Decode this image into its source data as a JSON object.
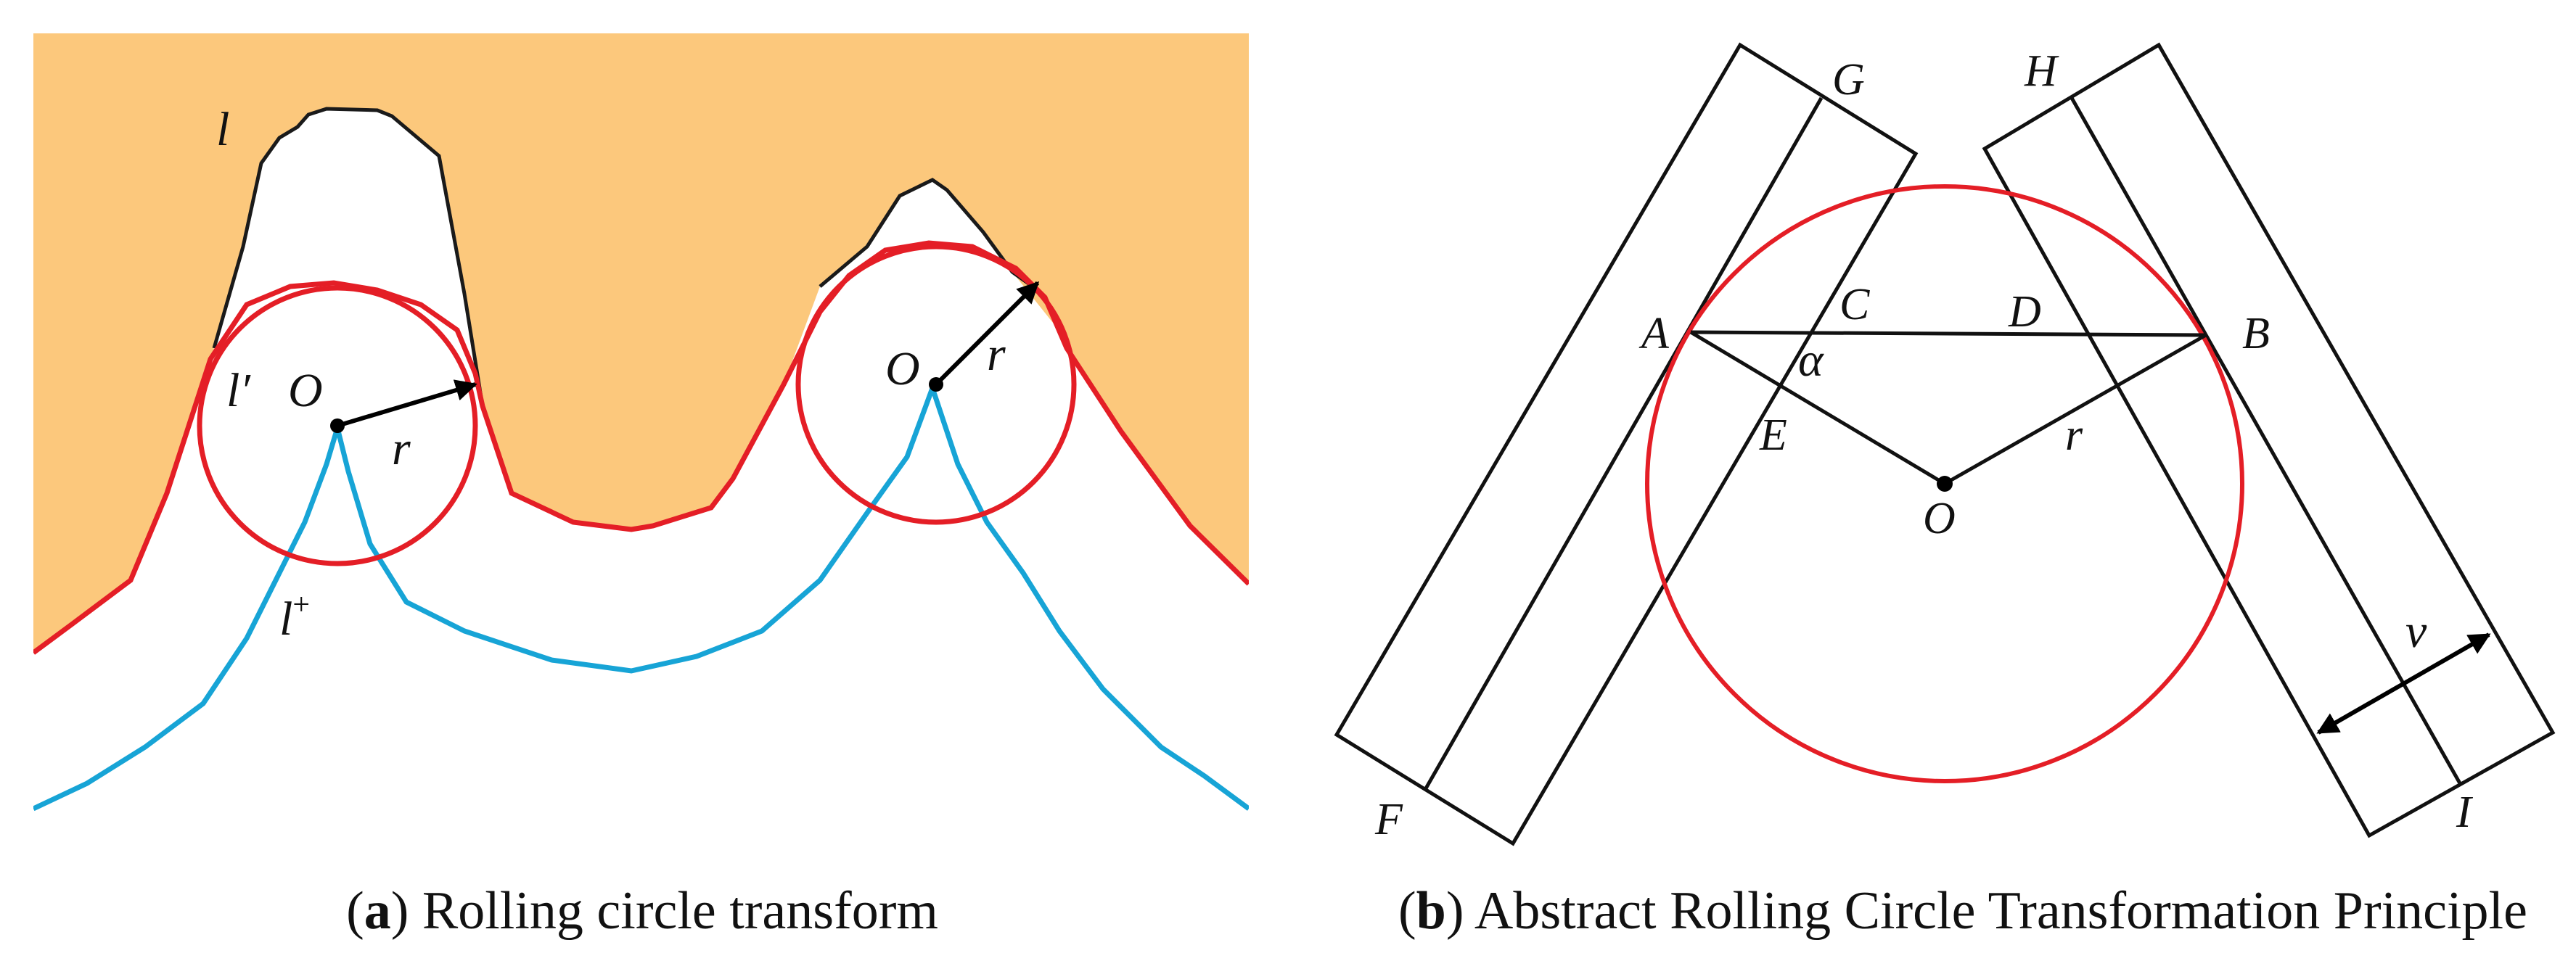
{
  "panel_a": {
    "caption_letter": "a",
    "caption_text": " Rolling circle transform",
    "labels": {
      "l": "l",
      "l_prime": "l′",
      "l_plus_base": "l",
      "l_plus_sup": "+",
      "O_left": "O",
      "r_left": "r",
      "O_right": "O",
      "r_right": "r"
    },
    "colors": {
      "region_fill": "#FCC87C",
      "boundary": "#1a1a1a",
      "rolling_circle": "#E41E26",
      "transformed_curve": "#17A4D6"
    }
  },
  "panel_b": {
    "caption_letter": "b",
    "caption_text": " Abstract Rolling Circle Transformation Principle",
    "labels": {
      "A": "A",
      "B": "B",
      "C": "C",
      "D": "D",
      "E": "E",
      "F": "F",
      "G": "G",
      "H": "H",
      "I": "I",
      "O": "O",
      "r": "r",
      "alpha": "α",
      "v": "ν"
    },
    "colors": {
      "circle": "#E41E26",
      "lines": "#111111"
    }
  },
  "caption_paren_open": "(",
  "caption_paren_close": ")"
}
